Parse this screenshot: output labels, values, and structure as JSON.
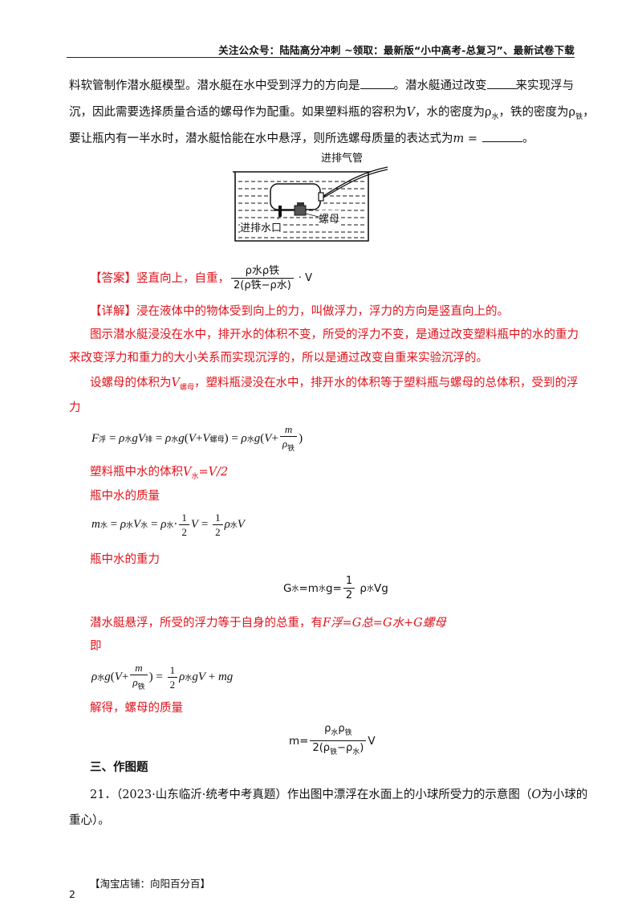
{
  "header": {
    "text": "关注公众号：陆陆高分冲刺  ~领取：最新版“小中高考-总复习”、最新试卷下载"
  },
  "question": {
    "line1_a": "料软管制作潜水艇模型。潜水艇在水中受到浮力的方向是",
    "line1_b": "。潜水艇通过改变",
    "line1_c": "来实现浮与",
    "line2_a": "沉，因此需要选择质量合适的螺母作为配重。如果塑料瓶的容积为",
    "line2_V": "V",
    "line2_b": "，水的密度为",
    "line2_rho_water": "ρ",
    "line2_sub_water": "水",
    "line2_c": "，铁的密度为",
    "line2_rho_iron": "ρ",
    "line2_sub_iron": "铁",
    "line2_d": "，",
    "line3_a": "要让瓶内有一半水时，潜水艇恰能在水中悬浮，则所选螺母质量的表达式为",
    "line3_m": "m",
    "line3_b": " =",
    "line3_c": "。"
  },
  "figure": {
    "label_pipe": "进排气管",
    "label_port": "进排水口",
    "label_nut": "螺母"
  },
  "answer": {
    "tag": "【答案】",
    "text": "竖直向上，自重，",
    "frac_num": "ρ水ρ铁",
    "frac_den": "2(ρ铁−ρ水)",
    "tail": "· V"
  },
  "detail": {
    "tag": "【详解】",
    "p1": "浸在液体中的物体受到向上的力，叫做浮力，浮力的方向是竖直向上的。",
    "p2_l1": "图示潜水艇浸没在水中，排开水的体积不变，所受的浮力不变，是通过改变塑料瓶中的水的重力",
    "p2_l2": "来改变浮力和重力的大小关系而实现沉浮的，所以是通过改变自重来实验沉浮的。",
    "p3_l1": "设螺母的体积为",
    "p3_l1_var": "V",
    "p3_l1_sub": "螺母",
    "p3_l1_b": "，塑料瓶浸没在水中，排开水的体积等于塑料瓶与螺母的总体积，受到的浮",
    "p3_l2": "力",
    "p4": "塑料瓶中水的体积",
    "p4_var": "V",
    "p4_sub": "水",
    "p4_eq": "=V/2",
    "p5": "瓶中水的质量",
    "p6": "瓶中水的重力",
    "p7_a": "潜水艇悬浮，所受的浮力等于自身的总重，有",
    "p7_eq": "F浮=G总=G水+G螺母",
    "p8": "即",
    "p9": "解得，螺母的质量"
  },
  "section3": {
    "title": "三、作图题",
    "q21_l1": "21．（2023·山东临沂·统考中考真题）作出图中漂浮在水面上的小球所受力的示意图（",
    "q21_O": "O",
    "q21_l1_b": "为小球的",
    "q21_l2": "重心）。"
  },
  "footer": {
    "shop": "【淘宝店铺：向阳百分百】",
    "page": "2"
  }
}
